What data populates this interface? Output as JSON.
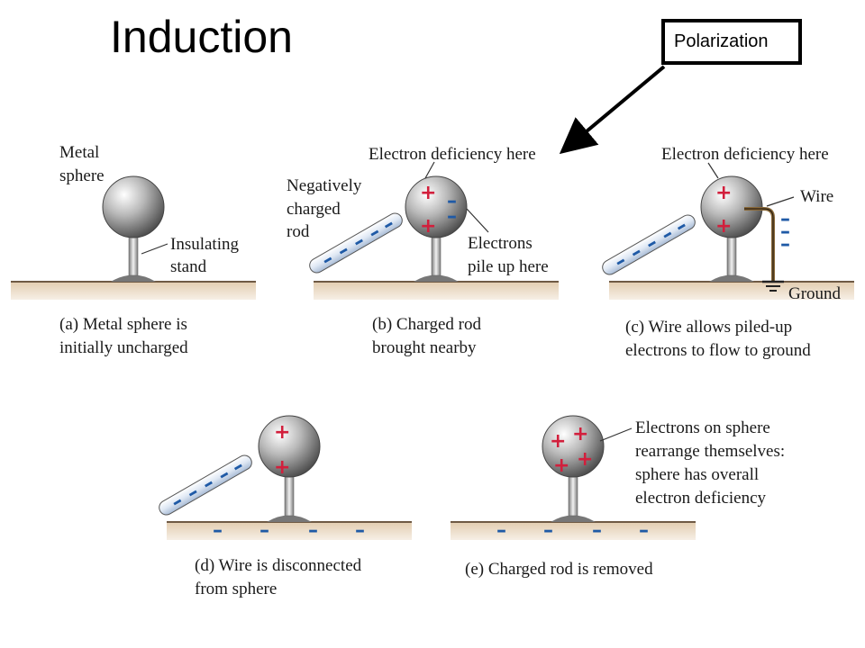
{
  "title": "Induction",
  "callout": "Polarization",
  "panel_a": {
    "label_sphere": [
      "Metal",
      "sphere"
    ],
    "label_stand": [
      "Insulating",
      "stand"
    ],
    "caption": [
      "(a) Metal sphere is",
      "initially uncharged"
    ]
  },
  "panel_b": {
    "label_deficiency": "Electron deficiency here",
    "label_rod": [
      "Negatively",
      "charged",
      "rod"
    ],
    "label_pile": [
      "Electrons",
      "pile up here"
    ],
    "caption": [
      "(b) Charged rod",
      "brought nearby"
    ]
  },
  "panel_c": {
    "label_deficiency": "Electron deficiency here",
    "label_wire": "Wire",
    "label_ground": "Ground",
    "caption": [
      "(c) Wire allows piled-up",
      "electrons to flow to ground"
    ]
  },
  "panel_d": {
    "caption": [
      "(d) Wire is disconnected",
      "from sphere"
    ]
  },
  "panel_e": {
    "label_rearrange": [
      "Electrons on sphere",
      "rearrange themselves:",
      "sphere has overall",
      "electron deficiency"
    ],
    "caption": [
      "(e) Charged rod is removed"
    ]
  },
  "symbols": {
    "plus": "+",
    "minus": "–"
  },
  "colors": {
    "plus": "#d21f3c",
    "minus": "#1f5aa6",
    "ground": "#e8d5bc",
    "ground_line": "#8a6f52"
  }
}
